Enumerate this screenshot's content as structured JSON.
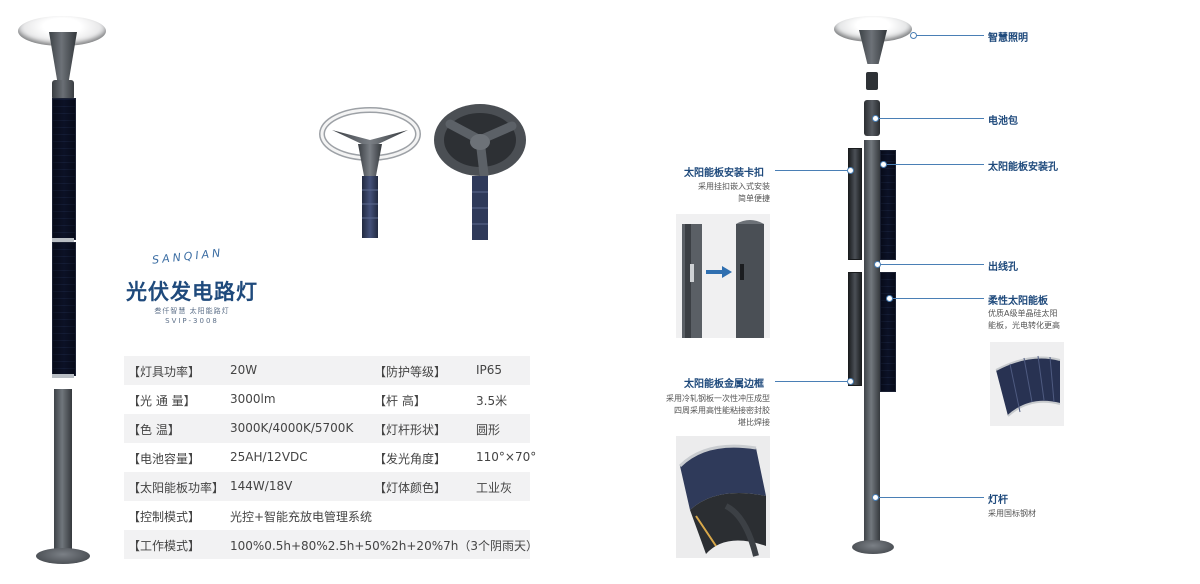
{
  "brand": {
    "arc_text": "SANQIAN",
    "title": "光伏发电路灯",
    "subtitle": "叁仟智慧  太阳能路灯",
    "model": "SVIP-3008"
  },
  "specs": [
    {
      "k1": "【灯具功率】",
      "v1": "20W",
      "k2": "【防护等级】",
      "v2": "IP65"
    },
    {
      "k1": "【光 通 量】",
      "v1": "3000lm",
      "k2": "【杆      高】",
      "v2": "3.5米"
    },
    {
      "k1": "【色      温】",
      "v1": "3000K/4000K/5700K",
      "k2": "【灯杆形状】",
      "v2": "圆形"
    },
    {
      "k1": "【电池容量】",
      "v1": "25AH/12VDC",
      "k2": "【发光角度】",
      "v2": "110°×70°"
    },
    {
      "k1": "【太阳能板功率】",
      "v1": "144W/18V",
      "k2": "【灯体颜色】",
      "v2": "工业灰"
    },
    {
      "k1": "【控制模式】",
      "v1": "光控+智能充放电管理系统",
      "k2": "",
      "v2": ""
    },
    {
      "k1": "【工作模式】",
      "v1": "100%0.5h+80%2.5h+50%2h+20%7h（3个阴雨天）",
      "k2": "",
      "v2": ""
    }
  ],
  "diagram": {
    "smart_light": "智慧照明",
    "battery": "电池包",
    "panel_hole": "太阳能板安装孔",
    "panel_clip": "太阳能板安装卡扣",
    "panel_clip_desc": [
      "采用挂扣嵌入式安装",
      "简单便捷"
    ],
    "wire_hole": "出线孔",
    "flex_panel": "柔性太阳能板",
    "flex_panel_desc": [
      "优质A级单晶硅太阳",
      "能板，光电转化更高"
    ],
    "metal_frame": "太阳能板金属边框",
    "metal_frame_desc": [
      "采用冷轧钢板一次性冲压成型",
      "四周采用高性能粘接密封胶",
      "堪比焊接"
    ],
    "pole": "灯杆",
    "pole_desc": "采用国标钢材"
  },
  "colors": {
    "label_blue": "#1f4a7c",
    "leader_blue": "#4a7fb5",
    "pole_grey": "#5a5f65",
    "panel_navy": "#2f3a5a"
  }
}
